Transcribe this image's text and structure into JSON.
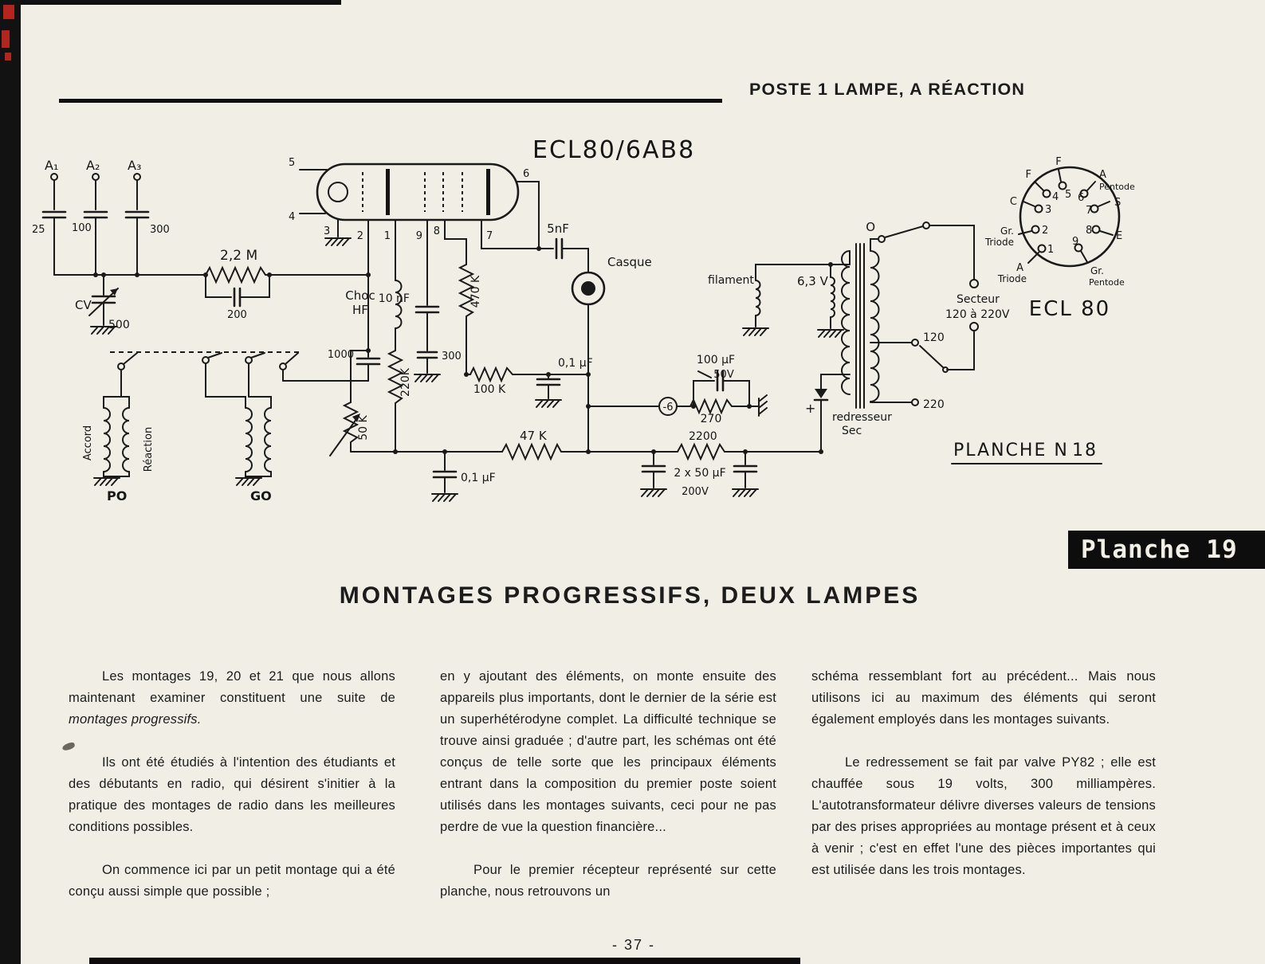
{
  "page": {
    "header_title": "POSTE 1 LAMPE, A RÉACTION",
    "section_title": "MONTAGES PROGRESSIFS, DEUX LAMPES",
    "banner": "Planche 19",
    "page_number": "- 37 -",
    "planche_ref": "PLANCHE N",
    "planche_ref_number": "18"
  },
  "schematic": {
    "tube_label": "ECL80/6AB8",
    "socket_name": "ECL 80",
    "labels": {
      "a1": "A₁",
      "a2": "A₂",
      "a3": "A₃",
      "c_a1": "25",
      "c_a2": "100",
      "c_a3": "300",
      "cv": "CV",
      "cv_val": "500",
      "r_grid": "2,2 M",
      "c_grid": "200",
      "choc_1": "Choc",
      "choc_2": "HF",
      "c1000": "1000",
      "c10nf": "10 nF",
      "c300": "300",
      "r470k": "470 K",
      "r220k": "220K",
      "r100k": "100 K",
      "r50k": "50 K",
      "c5nf": "5nF",
      "casque": "Casque",
      "c01a": "0,1 µF",
      "r47k": "47 K",
      "c01b": "0,1 µF",
      "r2200": "2200",
      "c2x50": "2 x 50 µF",
      "v200": "200V",
      "bias": "-6",
      "r270": "270",
      "c100uf": "100 µF",
      "v50": "50V",
      "plus": "+",
      "filament": "filament",
      "v63": "6,3 V",
      "redresseur": "redresseur",
      "sec": "Sec",
      "o": "O",
      "secteur": "Secteur",
      "secteur_v": "120 à 220V",
      "t120": "120",
      "t220": "220",
      "accord": "Accord",
      "reaction": "Réaction",
      "po": "PO",
      "go": "GO"
    },
    "tube_pins": {
      "p1": "1",
      "p2": "2",
      "p3": "3",
      "p4": "4",
      "p5": "5",
      "p6": "6",
      "p7": "7",
      "p8": "8",
      "p9": "9"
    },
    "socket_pins": {
      "n1": "1",
      "n2": "2",
      "n3": "3",
      "n4": "4",
      "n5": "5",
      "n6": "6",
      "n7": "7",
      "n8": "8",
      "n9": "9"
    },
    "socket_labels": {
      "f1": "F",
      "f2": "F",
      "a_pent_a": "A",
      "a_pent_b": "Pentode",
      "c": "C",
      "s": "S",
      "gr_tri_a": "Gr.",
      "gr_tri_b": "Triode",
      "e": "E",
      "a_tri_a": "A",
      "a_tri_b": "Triode",
      "gr_pent_a": "Gr.",
      "gr_pent_b": "Pentode"
    }
  },
  "article": {
    "col1": {
      "p1a": "Les montages 19, 20 et 21 que nous allons maintenant examiner constituent une suite de ",
      "p1b": "montages progressifs.",
      "p2": "Ils ont été étudiés à l'intention des étudiants et des débutants en radio, qui désirent s'initier à la pratique des montages de radio dans les meilleures conditions possibles.",
      "p3": "On commence ici par un petit montage qui a été conçu aussi simple que possible ;"
    },
    "col2": {
      "p1": "en y ajoutant des éléments, on monte ensuite des appareils plus importants, dont le dernier de la série est un superhétérodyne complet. La difficulté technique se trouve ainsi graduée ; d'autre part, les schémas ont été conçus de telle sorte que les principaux éléments entrant dans la composition du premier poste soient utilisés dans les montages suivants, ceci pour ne pas perdre de vue la question financière...",
      "p2": "Pour le premier récepteur représenté sur cette planche, nous retrouvons un"
    },
    "col3": {
      "p1": "schéma ressemblant fort au précédent... Mais nous utilisons ici au maximum des éléments qui seront également employés dans les montages suivants.",
      "p2": "Le redressement se fait par valve PY82 ; elle est chauffée sous 19 volts, 300 milliampères. L'autotransformateur délivre diverses valeurs de tensions par des prises appropriées au montage présent et à ceux à venir ; c'est en effet l'une des pièces importantes qui est utilisée dans les trois montages."
    }
  }
}
